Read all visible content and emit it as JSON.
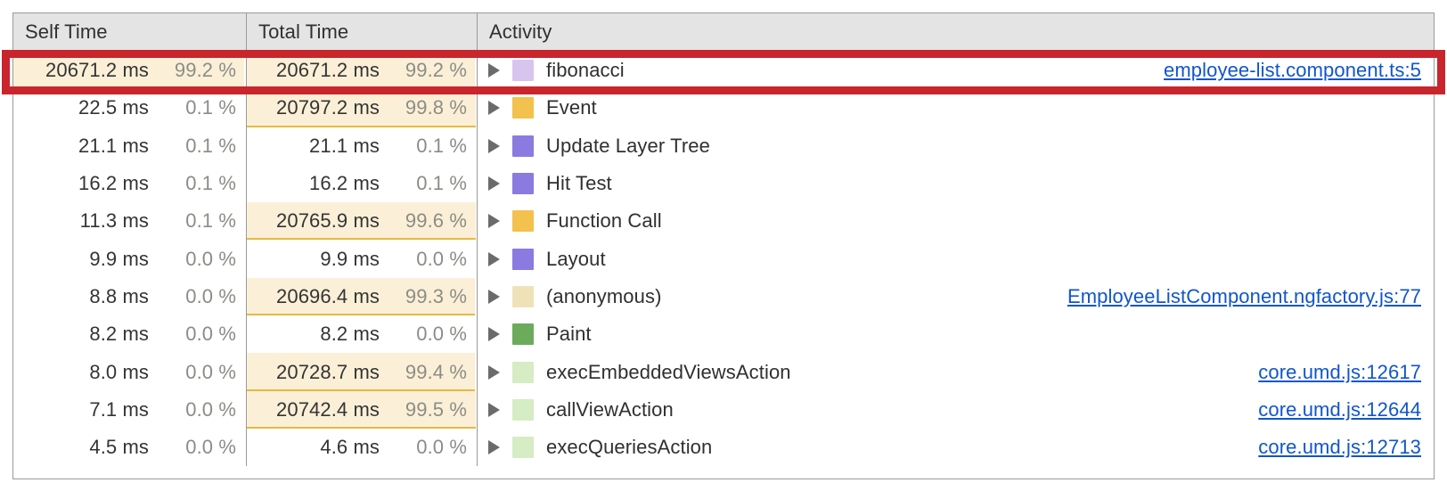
{
  "panel": {
    "name": "bottom-up-call-tree",
    "columns": {
      "self_time": "Self Time",
      "total_time": "Total Time",
      "activity": "Activity"
    }
  },
  "colors": {
    "highlight_bar": "#fbf0d7",
    "highlight_bar_border": "#e8b940",
    "annotation_red": "#c9252d",
    "link_blue": "#1155cc",
    "header_bg": "#e4e4e4",
    "grid_border": "#9a9a9a",
    "percent_text": "#8c8c86",
    "primary_text": "#303030"
  },
  "annotation": {
    "name": "red-highlight-box",
    "target_row_index": 0
  },
  "rows": [
    {
      "self_time_ms": "20671.2 ms",
      "self_time_pct": "99.2 %",
      "self_time_pct_value": 99.2,
      "total_time_ms": "20671.2 ms",
      "total_time_pct": "99.2 %",
      "total_time_pct_value": 99.2,
      "activity": "fibonacci",
      "swatch_color": "#d7c5ef",
      "icon": "disclosure-triangle-icon",
      "link": "employee-list.component.ts:5",
      "highlighted": true
    },
    {
      "self_time_ms": "22.5 ms",
      "self_time_pct": "0.1 %",
      "self_time_pct_value": 0.1,
      "total_time_ms": "20797.2 ms",
      "total_time_pct": "99.8 %",
      "total_time_pct_value": 99.8,
      "activity": "Event",
      "swatch_color": "#f2c14e",
      "icon": "disclosure-triangle-icon",
      "link": "",
      "highlighted": false
    },
    {
      "self_time_ms": "21.1 ms",
      "self_time_pct": "0.1 %",
      "self_time_pct_value": 0.1,
      "total_time_ms": "21.1 ms",
      "total_time_pct": "0.1 %",
      "total_time_pct_value": 0.1,
      "activity": "Update Layer Tree",
      "swatch_color": "#8b7ae0",
      "icon": "disclosure-triangle-icon",
      "link": "",
      "highlighted": false
    },
    {
      "self_time_ms": "16.2 ms",
      "self_time_pct": "0.1 %",
      "self_time_pct_value": 0.1,
      "total_time_ms": "16.2 ms",
      "total_time_pct": "0.1 %",
      "total_time_pct_value": 0.1,
      "activity": "Hit Test",
      "swatch_color": "#8b7ae0",
      "icon": "disclosure-triangle-icon",
      "link": "",
      "highlighted": false
    },
    {
      "self_time_ms": "11.3 ms",
      "self_time_pct": "0.1 %",
      "self_time_pct_value": 0.1,
      "total_time_ms": "20765.9 ms",
      "total_time_pct": "99.6 %",
      "total_time_pct_value": 99.6,
      "activity": "Function Call",
      "swatch_color": "#f2c14e",
      "icon": "disclosure-triangle-icon",
      "link": "",
      "highlighted": false
    },
    {
      "self_time_ms": "9.9 ms",
      "self_time_pct": "0.0 %",
      "self_time_pct_value": 0.0,
      "total_time_ms": "9.9 ms",
      "total_time_pct": "0.0 %",
      "total_time_pct_value": 0.0,
      "activity": "Layout",
      "swatch_color": "#8b7ae0",
      "icon": "disclosure-triangle-icon",
      "link": "",
      "highlighted": false
    },
    {
      "self_time_ms": "8.8 ms",
      "self_time_pct": "0.0 %",
      "self_time_pct_value": 0.0,
      "total_time_ms": "20696.4 ms",
      "total_time_pct": "99.3 %",
      "total_time_pct_value": 99.3,
      "activity": "(anonymous)",
      "swatch_color": "#f0e2b8",
      "icon": "disclosure-triangle-icon",
      "link": "EmployeeListComponent.ngfactory.js:77",
      "highlighted": false
    },
    {
      "self_time_ms": "8.2 ms",
      "self_time_pct": "0.0 %",
      "self_time_pct_value": 0.0,
      "total_time_ms": "8.2 ms",
      "total_time_pct": "0.0 %",
      "total_time_pct_value": 0.0,
      "activity": "Paint",
      "swatch_color": "#6bab5b",
      "icon": "disclosure-triangle-icon",
      "link": "",
      "highlighted": false
    },
    {
      "self_time_ms": "8.0 ms",
      "self_time_pct": "0.0 %",
      "self_time_pct_value": 0.0,
      "total_time_ms": "20728.7 ms",
      "total_time_pct": "99.4 %",
      "total_time_pct_value": 99.4,
      "activity": "execEmbeddedViewsAction",
      "swatch_color": "#d6ecc4",
      "icon": "disclosure-triangle-icon",
      "link": "core.umd.js:12617",
      "highlighted": false
    },
    {
      "self_time_ms": "7.1 ms",
      "self_time_pct": "0.0 %",
      "self_time_pct_value": 0.0,
      "total_time_ms": "20742.4 ms",
      "total_time_pct": "99.5 %",
      "total_time_pct_value": 99.5,
      "activity": "callViewAction",
      "swatch_color": "#d6ecc4",
      "icon": "disclosure-triangle-icon",
      "link": "core.umd.js:12644",
      "highlighted": false
    },
    {
      "self_time_ms": "4.5 ms",
      "self_time_pct": "0.0 %",
      "self_time_pct_value": 0.0,
      "total_time_ms": "4.6 ms",
      "total_time_pct": "0.0 %",
      "total_time_pct_value": 0.0,
      "activity": "execQueriesAction",
      "swatch_color": "#d6ecc4",
      "icon": "disclosure-triangle-icon",
      "link": "core.umd.js:12713",
      "highlighted": false
    }
  ]
}
